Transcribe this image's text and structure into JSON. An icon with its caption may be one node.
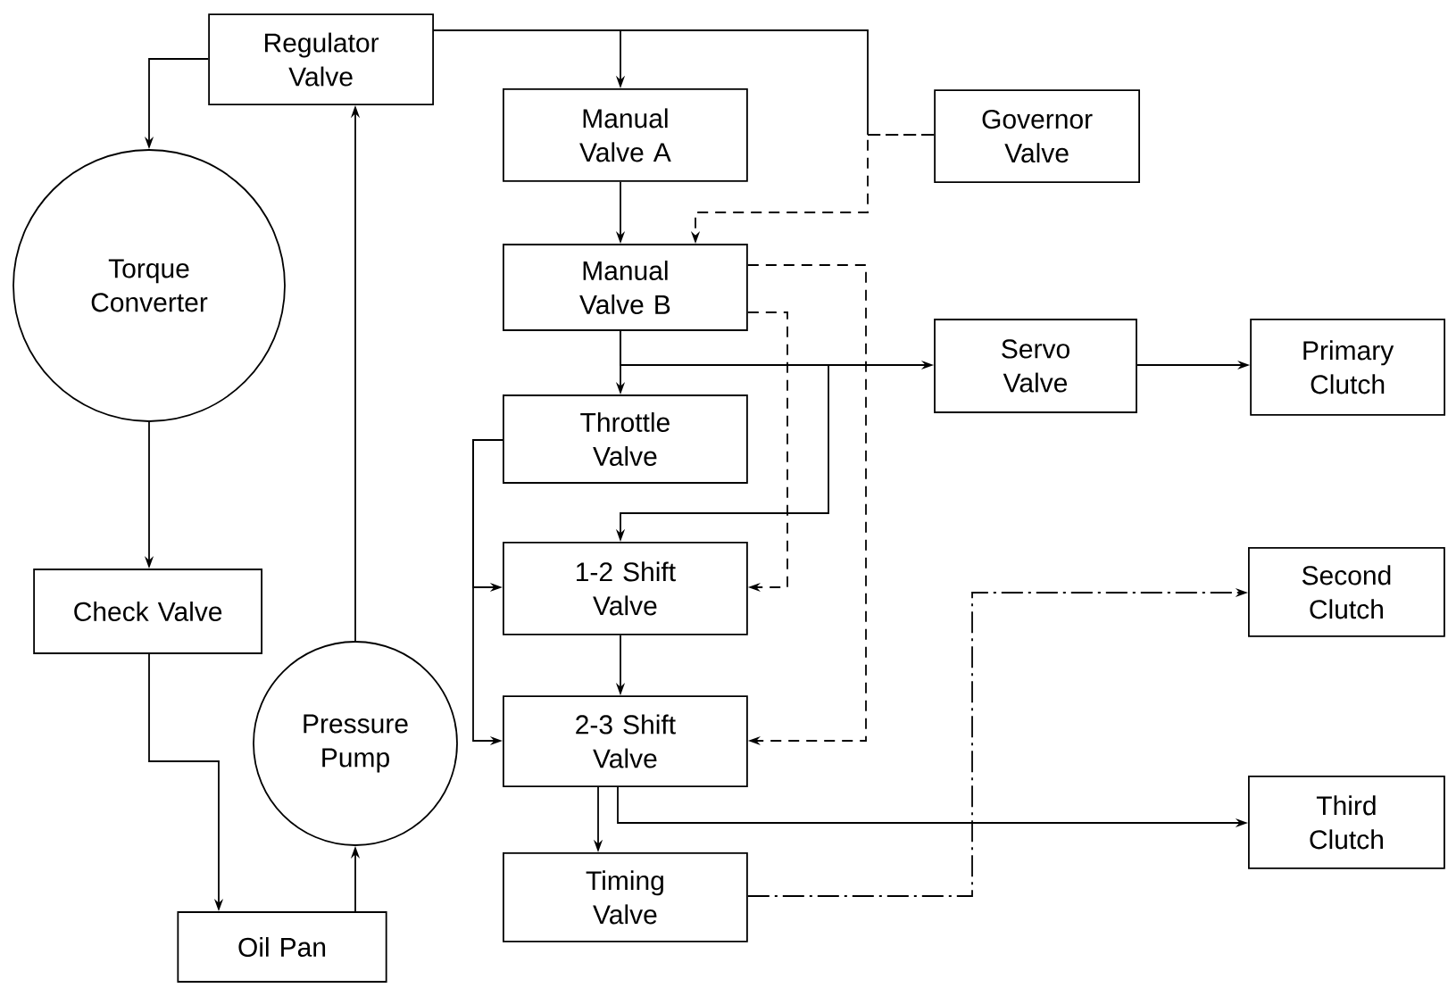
{
  "diagram": {
    "nodes": [
      {
        "text": [
          "Regulator Valve"
        ]
      },
      {
        "text": [
          "Torque Converter"
        ]
      },
      {
        "text": [
          "Check Valve"
        ]
      },
      {
        "text": [
          "Oil Pan"
        ]
      },
      {
        "text": [
          "Pressure Pump"
        ]
      },
      {
        "text": [
          "Manual Valve A"
        ]
      },
      {
        "text": [
          "Governor Valve"
        ]
      },
      {
        "text": [
          "Manual Valve B"
        ]
      },
      {
        "text": [
          "Throttle Valve"
        ]
      },
      {
        "text": [
          "Servo Valve"
        ]
      },
      {
        "text": [
          "Primary Clutch"
        ]
      },
      {
        "text": [
          "1-2 Shift Valve"
        ]
      },
      {
        "text": [
          "Second Clutch"
        ]
      },
      {
        "text": [
          "2-3 Shift Valve"
        ]
      },
      {
        "text": [
          "Third Clutch"
        ]
      },
      {
        "text": [
          "Timing Valve"
        ]
      }
    ],
    "edges": [
      {
        "from": 0,
        "to": 1,
        "arrow": "to"
      },
      {
        "from": 1,
        "to": 2,
        "arrow": "to"
      },
      {
        "from": 2,
        "to": 3,
        "arrow": "to"
      },
      {
        "from": 3,
        "to": 4,
        "arrow": "to"
      },
      {
        "from": 4,
        "to": 0,
        "arrow": "to"
      },
      {
        "from": 0,
        "to": 5,
        "arrow": "to"
      },
      {
        "from": 0,
        "to": 6,
        "arrow": "none"
      },
      {
        "from": 6,
        "to": 7,
        "arrow": "to",
        "style": "dashed"
      },
      {
        "from": 5,
        "to": 7,
        "arrow": "to"
      },
      {
        "from": 7,
        "to": 8,
        "arrow": "to"
      },
      {
        "from": 7,
        "to": 9,
        "arrow": "to"
      },
      {
        "from": 7,
        "to": 11,
        "arrow": "to"
      },
      {
        "from": 7,
        "to": 13,
        "arrow": "to",
        "style": "dashed"
      },
      {
        "from": 7,
        "to": 11,
        "arrow": "to",
        "style": "dashed"
      },
      {
        "from": 9,
        "to": 10,
        "arrow": "to"
      },
      {
        "from": 8,
        "to": 11,
        "arrow": "to"
      },
      {
        "from": 8,
        "to": 13,
        "arrow": "to"
      },
      {
        "from": 11,
        "to": 13,
        "arrow": "to"
      },
      {
        "from": 13,
        "to": 15,
        "arrow": "to"
      },
      {
        "from": 13,
        "to": 14,
        "arrow": "to"
      },
      {
        "from": 15,
        "to": 12,
        "arrow": "to",
        "style": "dashed"
      }
    ]
  }
}
